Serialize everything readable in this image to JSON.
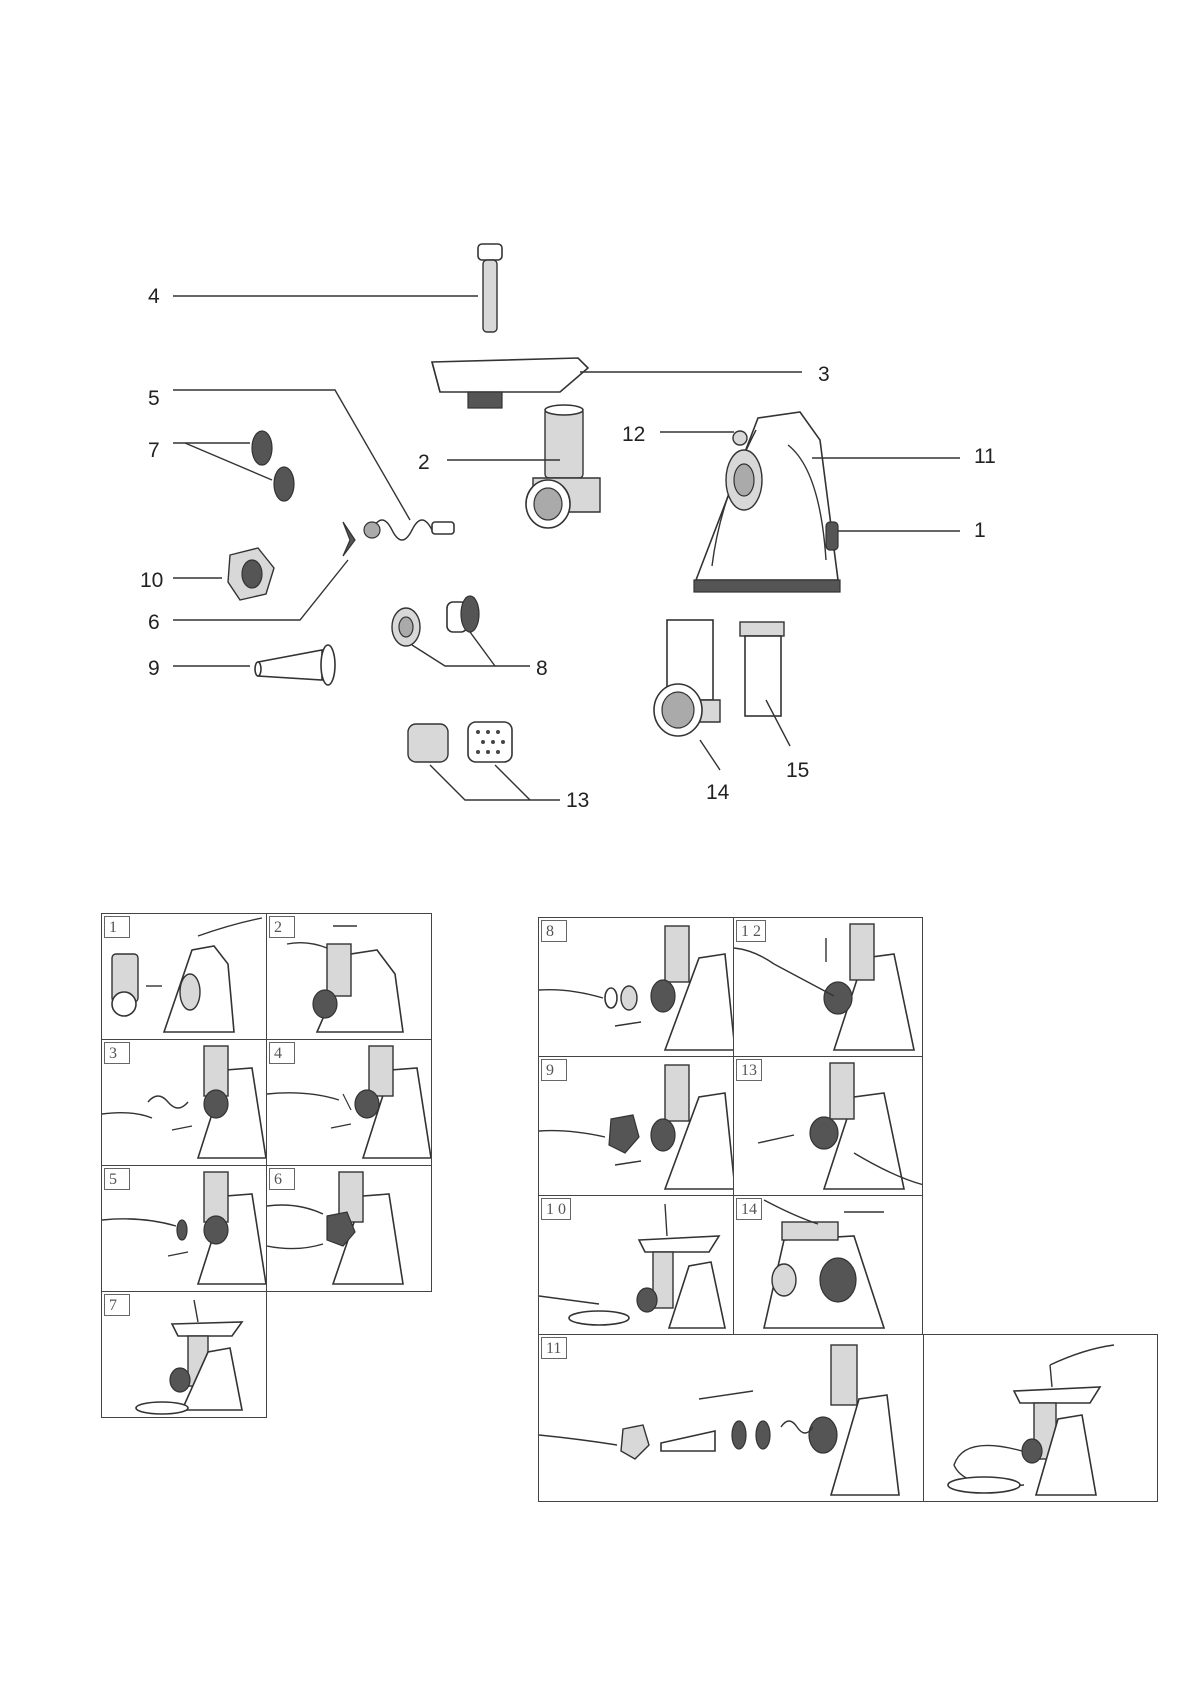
{
  "exploded_view": {
    "callouts": [
      {
        "id": "c4",
        "label": "4"
      },
      {
        "id": "c3",
        "label": "3"
      },
      {
        "id": "c5",
        "label": "5"
      },
      {
        "id": "c12",
        "label": "12"
      },
      {
        "id": "c7",
        "label": "7"
      },
      {
        "id": "c2",
        "label": "2"
      },
      {
        "id": "c11",
        "label": "11"
      },
      {
        "id": "c1",
        "label": "1"
      },
      {
        "id": "c10",
        "label": "10"
      },
      {
        "id": "c6",
        "label": "6"
      },
      {
        "id": "c9",
        "label": "9"
      },
      {
        "id": "c8",
        "label": "8"
      },
      {
        "id": "c15",
        "label": "15"
      },
      {
        "id": "c14",
        "label": "14"
      },
      {
        "id": "c13",
        "label": "13"
      }
    ]
  },
  "assembly_steps": {
    "left": [
      {
        "label": "1"
      },
      {
        "label": "2"
      },
      {
        "label": "3"
      },
      {
        "label": "4"
      },
      {
        "label": "5"
      },
      {
        "label": "6"
      },
      {
        "label": "7"
      }
    ],
    "right": [
      {
        "label": "8"
      },
      {
        "label": "1 2"
      },
      {
        "label": "9"
      },
      {
        "label": "13"
      },
      {
        "label": "1 0"
      },
      {
        "label": "14"
      },
      {
        "label": "11"
      }
    ]
  },
  "icons": {
    "machine": "meat-grinder-body-icon",
    "hand": "hand-icon",
    "arrow": "direction-arrow-icon"
  },
  "colors": {
    "line": "#333333",
    "frame": "#444444",
    "shade": "#555555",
    "background": "#ffffff"
  }
}
